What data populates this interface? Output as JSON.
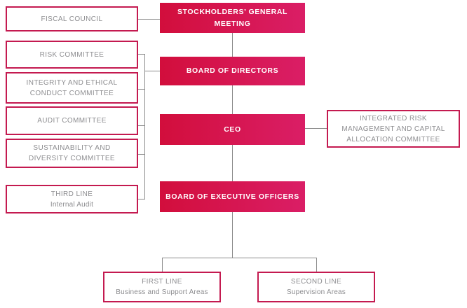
{
  "left_column": [
    {
      "label": "FISCAL COUNCIL"
    },
    {
      "label": "RISK COMMITTEE"
    },
    {
      "label": "INTEGRITY AND ETHICAL CONDUCT COMMITTEE"
    },
    {
      "label": "AUDIT COMMITTEE"
    },
    {
      "label": "SUSTAINABILITY AND DIVERSITY COMMITTEE"
    },
    {
      "label": "THIRD LINE",
      "sublabel": "Internal Audit"
    }
  ],
  "center_column": [
    {
      "label": "STOCKHOLDERS’ GENERAL MEETING"
    },
    {
      "label": "BOARD OF DIRECTORS"
    },
    {
      "label": "CEO"
    },
    {
      "label": "BOARD OF EXECUTIVE OFFICERS"
    }
  ],
  "right_column": [
    {
      "label": "INTEGRATED RISK MANAGEMENT AND CAPITAL ALLOCATION COMMITTEE"
    }
  ],
  "bottom_row": [
    {
      "label": "FIRST LINE",
      "sublabel": "Business and Support Areas"
    },
    {
      "label": "SECOND LINE",
      "sublabel": "Supervision Areas"
    }
  ],
  "colors": {
    "filled_gradient_start": "#D20E3C",
    "filled_gradient_end": "#DA1E66",
    "outline_border": "#C41A50",
    "connector_line": "#8A8A8A",
    "muted_text": "#8D8D90",
    "filled_text": "#FFFFFF",
    "background": "#FFFFFF"
  }
}
